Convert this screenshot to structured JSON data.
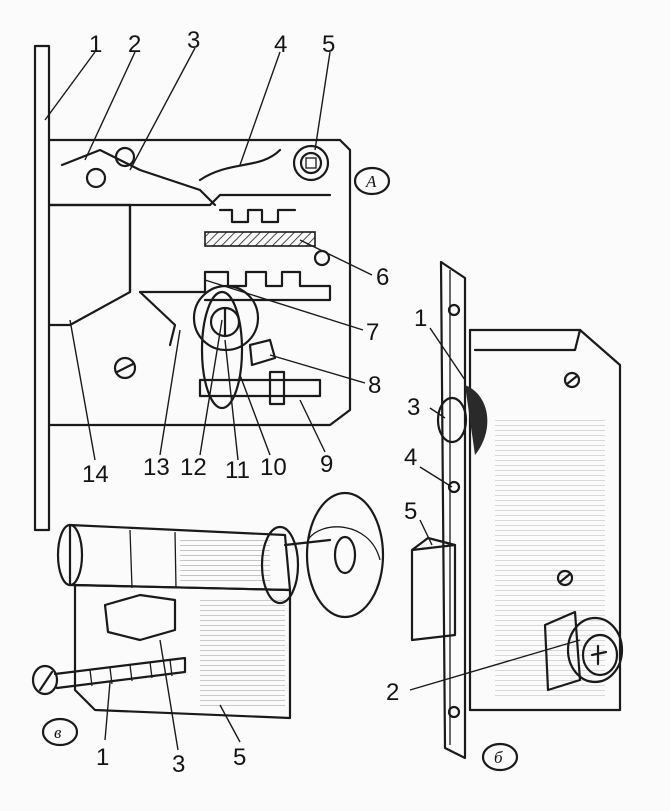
{
  "figure_a": {
    "caption": "А",
    "labels": [
      "1",
      "2",
      "3",
      "4",
      "5",
      "6",
      "7",
      "8",
      "9",
      "10",
      "11",
      "12",
      "13",
      "14"
    ]
  },
  "figure_b": {
    "caption": "б",
    "labels": [
      "1",
      "2",
      "3",
      "4",
      "5"
    ]
  },
  "figure_c": {
    "caption": "в",
    "labels": [
      "1",
      "3",
      "5"
    ]
  },
  "colors": {
    "ink": "#1a1a1a",
    "paper": "#fbfbfb"
  }
}
